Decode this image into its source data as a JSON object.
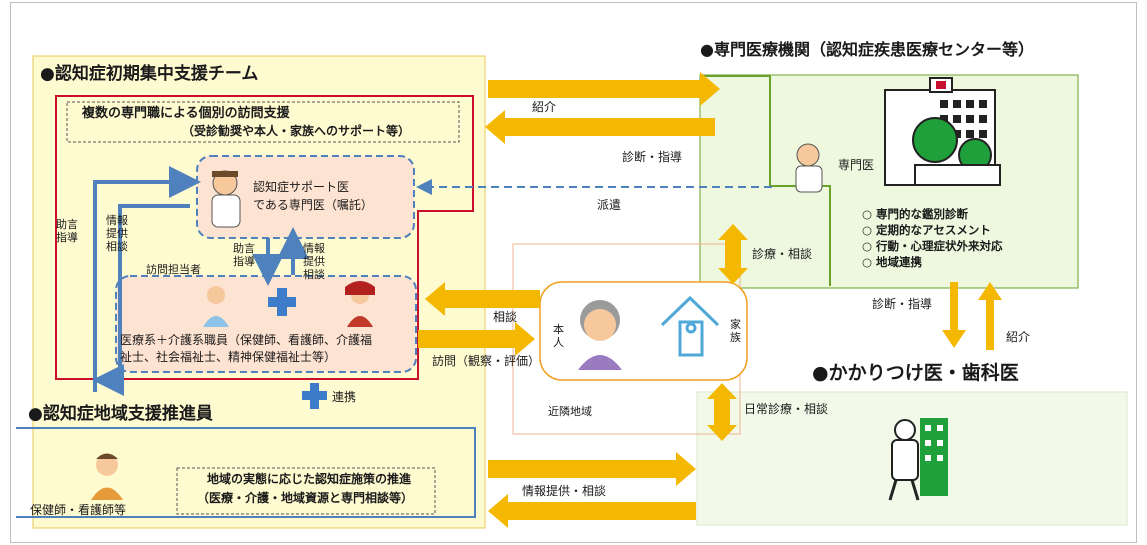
{
  "team": {
    "title": "●認知症初期集中支援チーム",
    "support_line1": "複数の専門職による個別の訪問支援",
    "support_line2": "（受診勧奨や本人・家族へのサポート等）",
    "doctor_line1": "認知症サポート医",
    "doctor_line2": "である専門医（嘱託）",
    "advice_left": "助言　指導",
    "info_left": "情報提供　相談",
    "advice_mid": "助言　指導",
    "info_mid": "情報提供　相談",
    "visit_staff": "訪問担当者",
    "staff_line1": "医療系＋介護系職員（保健師、看護師、介護福",
    "staff_line2": "祉士、社会福祉士、精神保健福祉士等）"
  },
  "promoter": {
    "title": "●認知症地域支援推進員",
    "role": "保健師・看護師等",
    "desc_line1": "地域の実態に応じた認知症施策の推進",
    "desc_line2": "（医療・介護・地域資源と専門相談等）"
  },
  "specialist": {
    "title": "●専門医療機関（認知症疾患医療センター等）",
    "doctor_label": "専門医",
    "items": [
      "専門的な鑑別診断",
      "定期的なアセスメント",
      "行動・心理症状外来対応",
      "地域連携"
    ]
  },
  "gp": {
    "title": "●かかりつけ医・歯科医"
  },
  "center": {
    "person_label": "本人",
    "family_label": "家族",
    "area_label": "近隣地域"
  },
  "arrows": {
    "referral_top": "紹介",
    "diagnosis_top": "診断・指導",
    "dispatch": "派遣",
    "consult_right": "診療・相談",
    "consult_left": "相談",
    "visit": "訪問（観察・評価）",
    "collab": "連携",
    "daily_care": "日常診療・相談",
    "diagnosis_vert": "診断・指導",
    "referral_vert": "紹介",
    "info_consult": "情報提供・相談"
  },
  "colors": {
    "team_bg": "#fffbd0",
    "team_border": "#c8102e",
    "specialist_bg": "#eef8df",
    "specialist_border": "#6aa22c",
    "arrow_orange": "#f5b800",
    "arrow_blue": "#4f81bd",
    "bubble_bg": "#fde3d2"
  }
}
